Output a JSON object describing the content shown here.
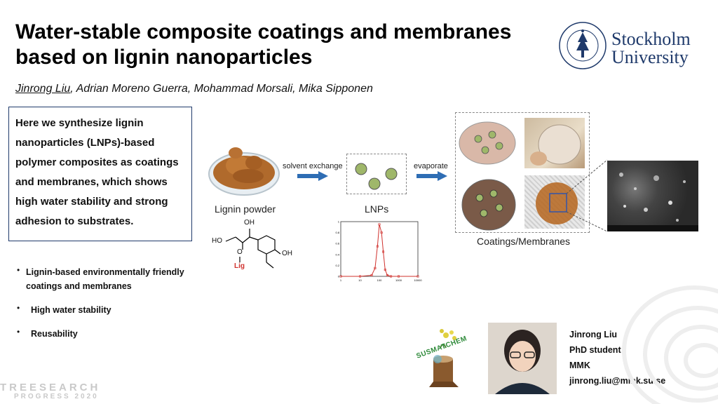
{
  "title": {
    "line1": "Water-stable composite coatings and membranes",
    "line2": "based on lignin nanoparticles"
  },
  "authors": {
    "first": "Jinrong Liu",
    "rest": ", Adrian Moreno Guerra, Mohammad Morsali, Mika Sipponen"
  },
  "logo": {
    "line1": "Stockholm",
    "line2": "University"
  },
  "summary": "Here we synthesize lignin nanoparticles (LNPs)-based polymer composites as coatings and membranes, which shows high water stability and strong adhesion to substrates.",
  "bullets": [
    "Lignin-based environmentally friendly coatings and membranes",
    "High water stability",
    "Reusability"
  ],
  "diagram": {
    "lignin_label": "Lignin powder",
    "arrow1_label": "solvent exchange",
    "lnps_label": "LNPs",
    "arrow2_label": "evaporate",
    "coatings_label": "Coatings/Membranes",
    "structure": {
      "oh_top": "OH",
      "ho_left": "HO",
      "o_label": "O",
      "lig": "Lig",
      "oh_right": "OH"
    }
  },
  "chart_data": {
    "type": "line",
    "x": [
      1,
      10,
      40,
      60,
      80,
      100,
      130,
      160,
      200,
      260,
      400,
      1000,
      10000
    ],
    "values": [
      0,
      0,
      0.02,
      0.15,
      0.55,
      0.95,
      0.8,
      0.45,
      0.12,
      0.02,
      0,
      0,
      0
    ],
    "xscale": "log",
    "xlim": [
      1,
      10000
    ],
    "ylim": [
      0,
      1
    ],
    "xticks": [
      "1",
      "10",
      "100",
      "1000",
      "10000"
    ],
    "yticks": [
      "0",
      "0.2",
      "0.4",
      "0.6",
      "0.8",
      "1"
    ]
  },
  "contact": {
    "name": "Jinrong Liu",
    "role": "PhD student",
    "dept": "MMK",
    "email": "jinrong.liu@mmk.su.se"
  },
  "footer": {
    "line1": "TREESEARCH",
    "line2": "PROGRESS 2020"
  },
  "susmatchem": "SUSMATCHEM",
  "colors": {
    "navy": "#1f3a6b",
    "arrow": "#2e6db4",
    "lnp": "#9fb76a",
    "red": "#d0312d"
  }
}
